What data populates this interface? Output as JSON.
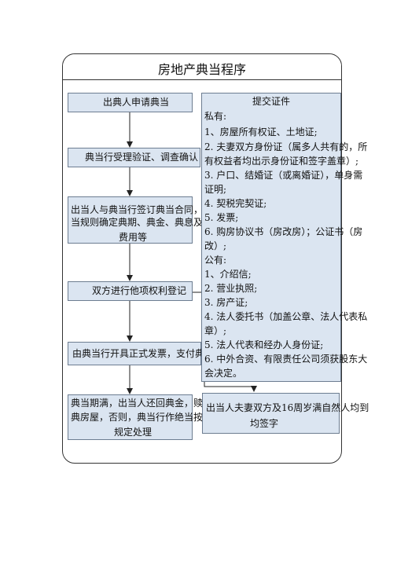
{
  "title": "房地产典当程序",
  "steps": [
    "出典人申请典当",
    "典当行受理验证、调查确认",
    [
      "出当人与典当行签订典当合同，按典",
      "当规则确定典期、典金、典息及综合",
      "费用等"
    ],
    "双方进行他项权利登记",
    "由典当行开具正式发票，支付典金",
    [
      "典当期满，出当人还回典金，赎回所",
      "典房屋，否则，典当行作绝当按典当",
      "规定处理"
    ]
  ],
  "documents": {
    "title": "提交证件",
    "lines": [
      "私有:",
      "1、房屋所有权证、土地证;",
      "2. 夫妻双方身份证（属多人共有的，所",
      "有权益者均出示身份证和签字盖章）;",
      "3. 户口、结婚证（或离婚证），单身需",
      "证明;",
      "4. 契税完契证;",
      "5. 发票;",
      "6. 购房协议书（房改房）；公证书（房",
      "改）;",
      "公有:",
      "1、介绍信;",
      "2. 营业执照;",
      "3. 房产证;",
      "4. 法人委托书（加盖公章、法人代表私",
      "章）;",
      "5. 法人代表和经办人身份证;",
      "6. 中外合资、有限责任公司须获股东大",
      "会决定。"
    ]
  },
  "signature_note": [
    "出当人夫妻双方及16周岁满自然人均到",
    "均签字"
  ]
}
